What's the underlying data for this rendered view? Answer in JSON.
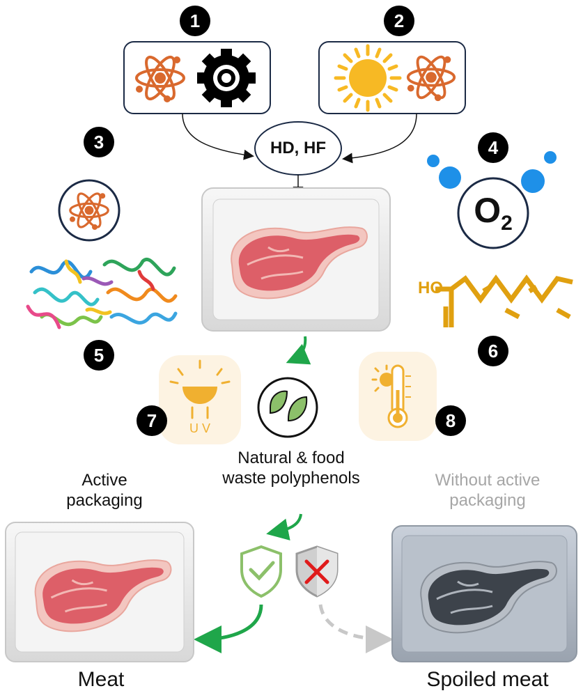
{
  "steps": [
    "1",
    "2",
    "3",
    "4",
    "5",
    "6",
    "7",
    "8"
  ],
  "center": {
    "label": "HD, HF"
  },
  "oxygen": {
    "symbol": "O",
    "subscript": "2"
  },
  "molecule": {
    "label": "HO"
  },
  "uv": {
    "label": "U V"
  },
  "polyphenols": {
    "line1": "Natural & food",
    "line2": "waste polyphenols"
  },
  "active": {
    "line1": "Active",
    "line2": "packaging",
    "result": "Meat"
  },
  "inactive": {
    "line1": "Without active",
    "line2": "packaging",
    "result": "Spoiled meat"
  },
  "colors": {
    "atom": "#d9692e",
    "sun": "#f7b924",
    "oxygen": "#1e90e8",
    "molecule": "#e0a010",
    "green": "#1fa64a",
    "leaf": "#8cc06a",
    "red": "#e01b1b",
    "grey": "#bdbdbd"
  }
}
